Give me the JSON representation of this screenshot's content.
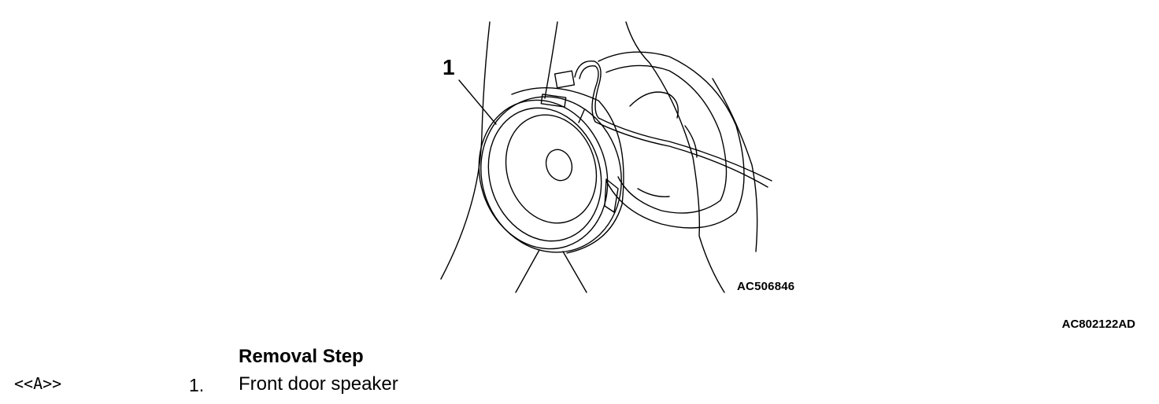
{
  "figure": {
    "callout_label": "1",
    "figure_code": "AC506846"
  },
  "document_code": "AC802122AD",
  "removal": {
    "title": "Removal Step",
    "reference": "<<A>>",
    "steps": [
      {
        "number": "1.",
        "label": "Front door speaker"
      }
    ]
  }
}
